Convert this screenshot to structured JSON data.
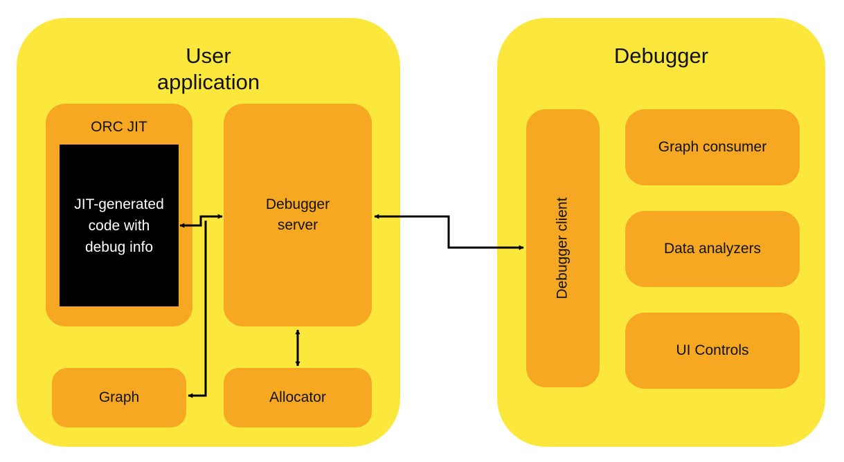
{
  "user_application": {
    "title_line1": "User",
    "title_line2": "application"
  },
  "orc_jit": {
    "label": "ORC JIT"
  },
  "jit_code": {
    "line1": "JIT-generated",
    "line2": "code with",
    "line3": "debug info"
  },
  "debugger_server": {
    "line1": "Debugger",
    "line2": "server"
  },
  "graph": {
    "label": "Graph"
  },
  "allocator": {
    "label": "Allocator"
  },
  "debugger": {
    "title": "Debugger"
  },
  "debugger_client": {
    "label": "Debugger client"
  },
  "graph_consumer": {
    "label": "Graph consumer"
  },
  "data_analyzers": {
    "label": "Data analyzers"
  },
  "ui_controls": {
    "label": "UI Controls"
  },
  "colors": {
    "container": "#FCE83C",
    "box": "#F7A823",
    "code_bg": "#000000",
    "arrow": "#000000"
  }
}
